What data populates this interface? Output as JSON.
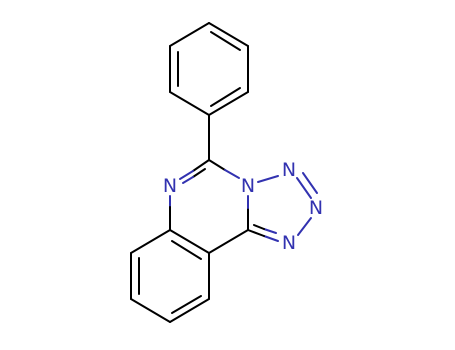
{
  "colors": {
    "carbon_bond": "#000000",
    "nitrogen": "#3232b0",
    "background": "#ffffff"
  },
  "atoms": {
    "n_ring": "N",
    "n_bridge": "N",
    "n_tetrazole_top": "N",
    "n_tetrazole_right": "N",
    "n_tetrazole_bottom": "N"
  }
}
